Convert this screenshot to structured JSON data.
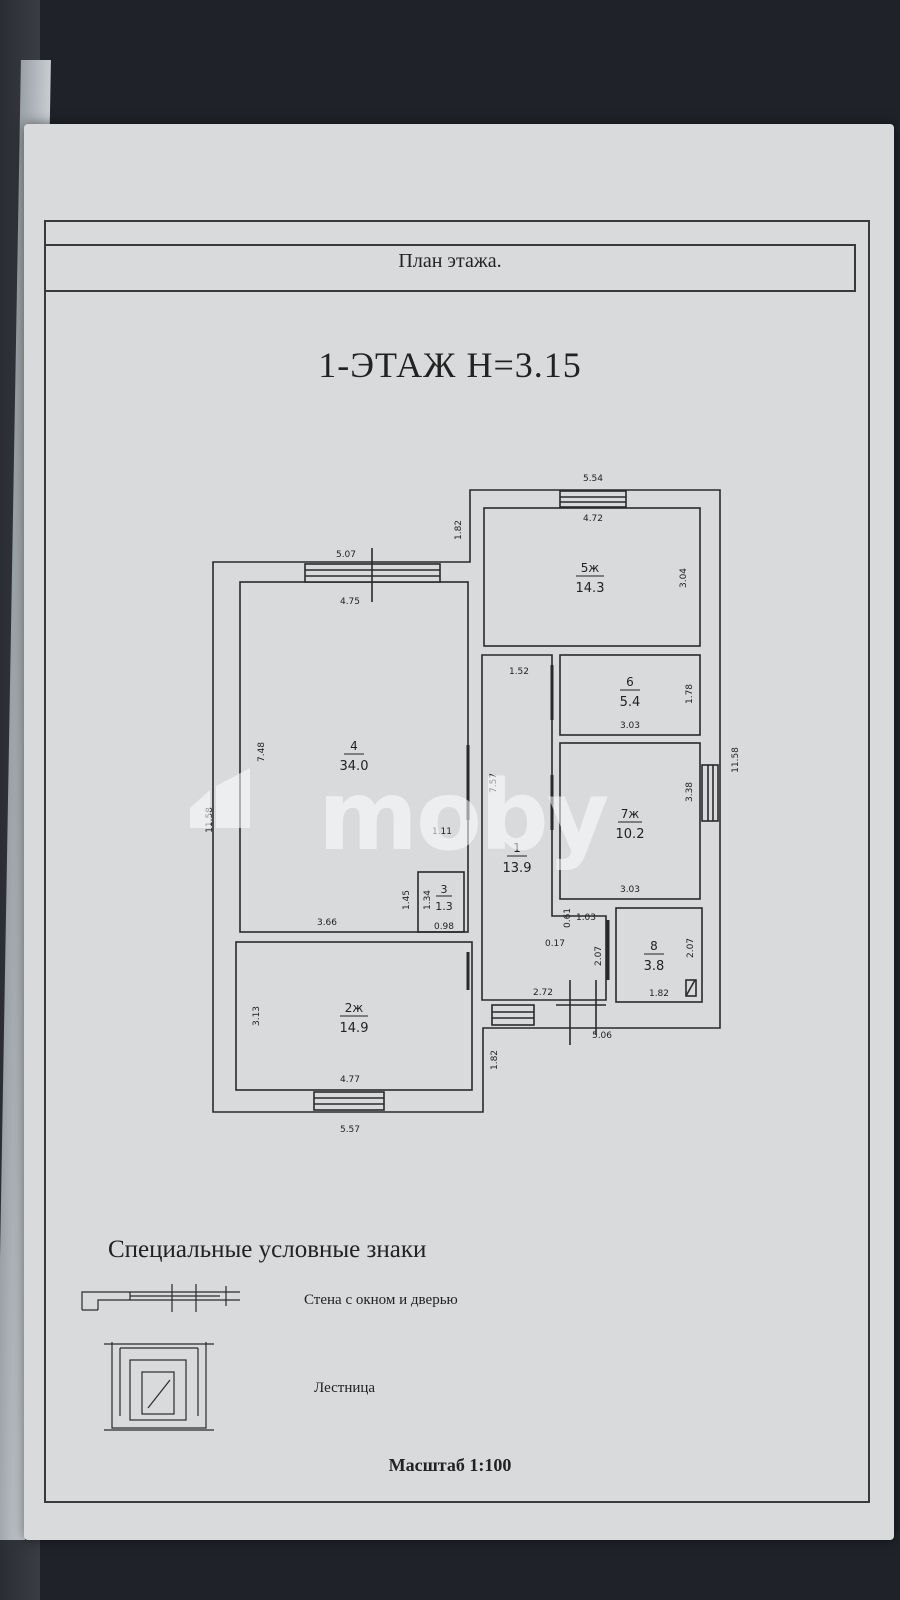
{
  "document": {
    "header": "План этажа.",
    "floor_title": "1-ЭТАЖ  Н=3.15",
    "watermark": "moby"
  },
  "rooms": [
    {
      "id": "room-1",
      "number": "1",
      "area": "13.9"
    },
    {
      "id": "room-2",
      "number": "2ж",
      "area": "14.9"
    },
    {
      "id": "room-3",
      "number": "3",
      "area": "1.3"
    },
    {
      "id": "room-4",
      "number": "4",
      "area": "34.0"
    },
    {
      "id": "room-5",
      "number": "5ж",
      "area": "14.3"
    },
    {
      "id": "room-6",
      "number": "6",
      "area": "5.4"
    },
    {
      "id": "room-7",
      "number": "7ж",
      "area": "10.2"
    },
    {
      "id": "room-8",
      "number": "8",
      "area": "3.8"
    }
  ],
  "dimensions": {
    "d_5_54": "5.54",
    "d_4_72": "4.72",
    "d_1_82_top": "1.82",
    "d_3_04": "3.04",
    "d_5_07": "5.07",
    "d_4_75": "4.75",
    "d_1_52": "1.52",
    "d_1_78": "1.78",
    "d_3_03_a": "3.03",
    "d_11_58_right": "11.58",
    "d_7_48": "7.48",
    "d_7_57": "7.57",
    "d_3_38": "3.38",
    "d_11_58_left": "11.58",
    "d_1_11": "1.11",
    "d_1_45": "1.45",
    "d_1_34": "1.34",
    "d_3_66": "3.66",
    "d_0_98": "0.98",
    "d_0_61": "0.61",
    "d_1_03": "1.03",
    "d_0_17": "0.17",
    "d_3_03_b": "3.03",
    "d_2_07_a": "2.07",
    "d_2_07_b": "2.07",
    "d_1_82_room8": "1.82",
    "d_3_13": "3.13",
    "d_2_72": "2.72",
    "d_5_06": "5.06",
    "d_4_77": "4.77",
    "d_1_82_bottom": "1.82",
    "d_5_57": "5.57"
  },
  "legend": {
    "title": "Специальные условные знаки",
    "items": [
      {
        "label": "Стена с окном и дверью"
      },
      {
        "label": "Лестница"
      }
    ]
  },
  "scale": "Масштаб 1:100"
}
